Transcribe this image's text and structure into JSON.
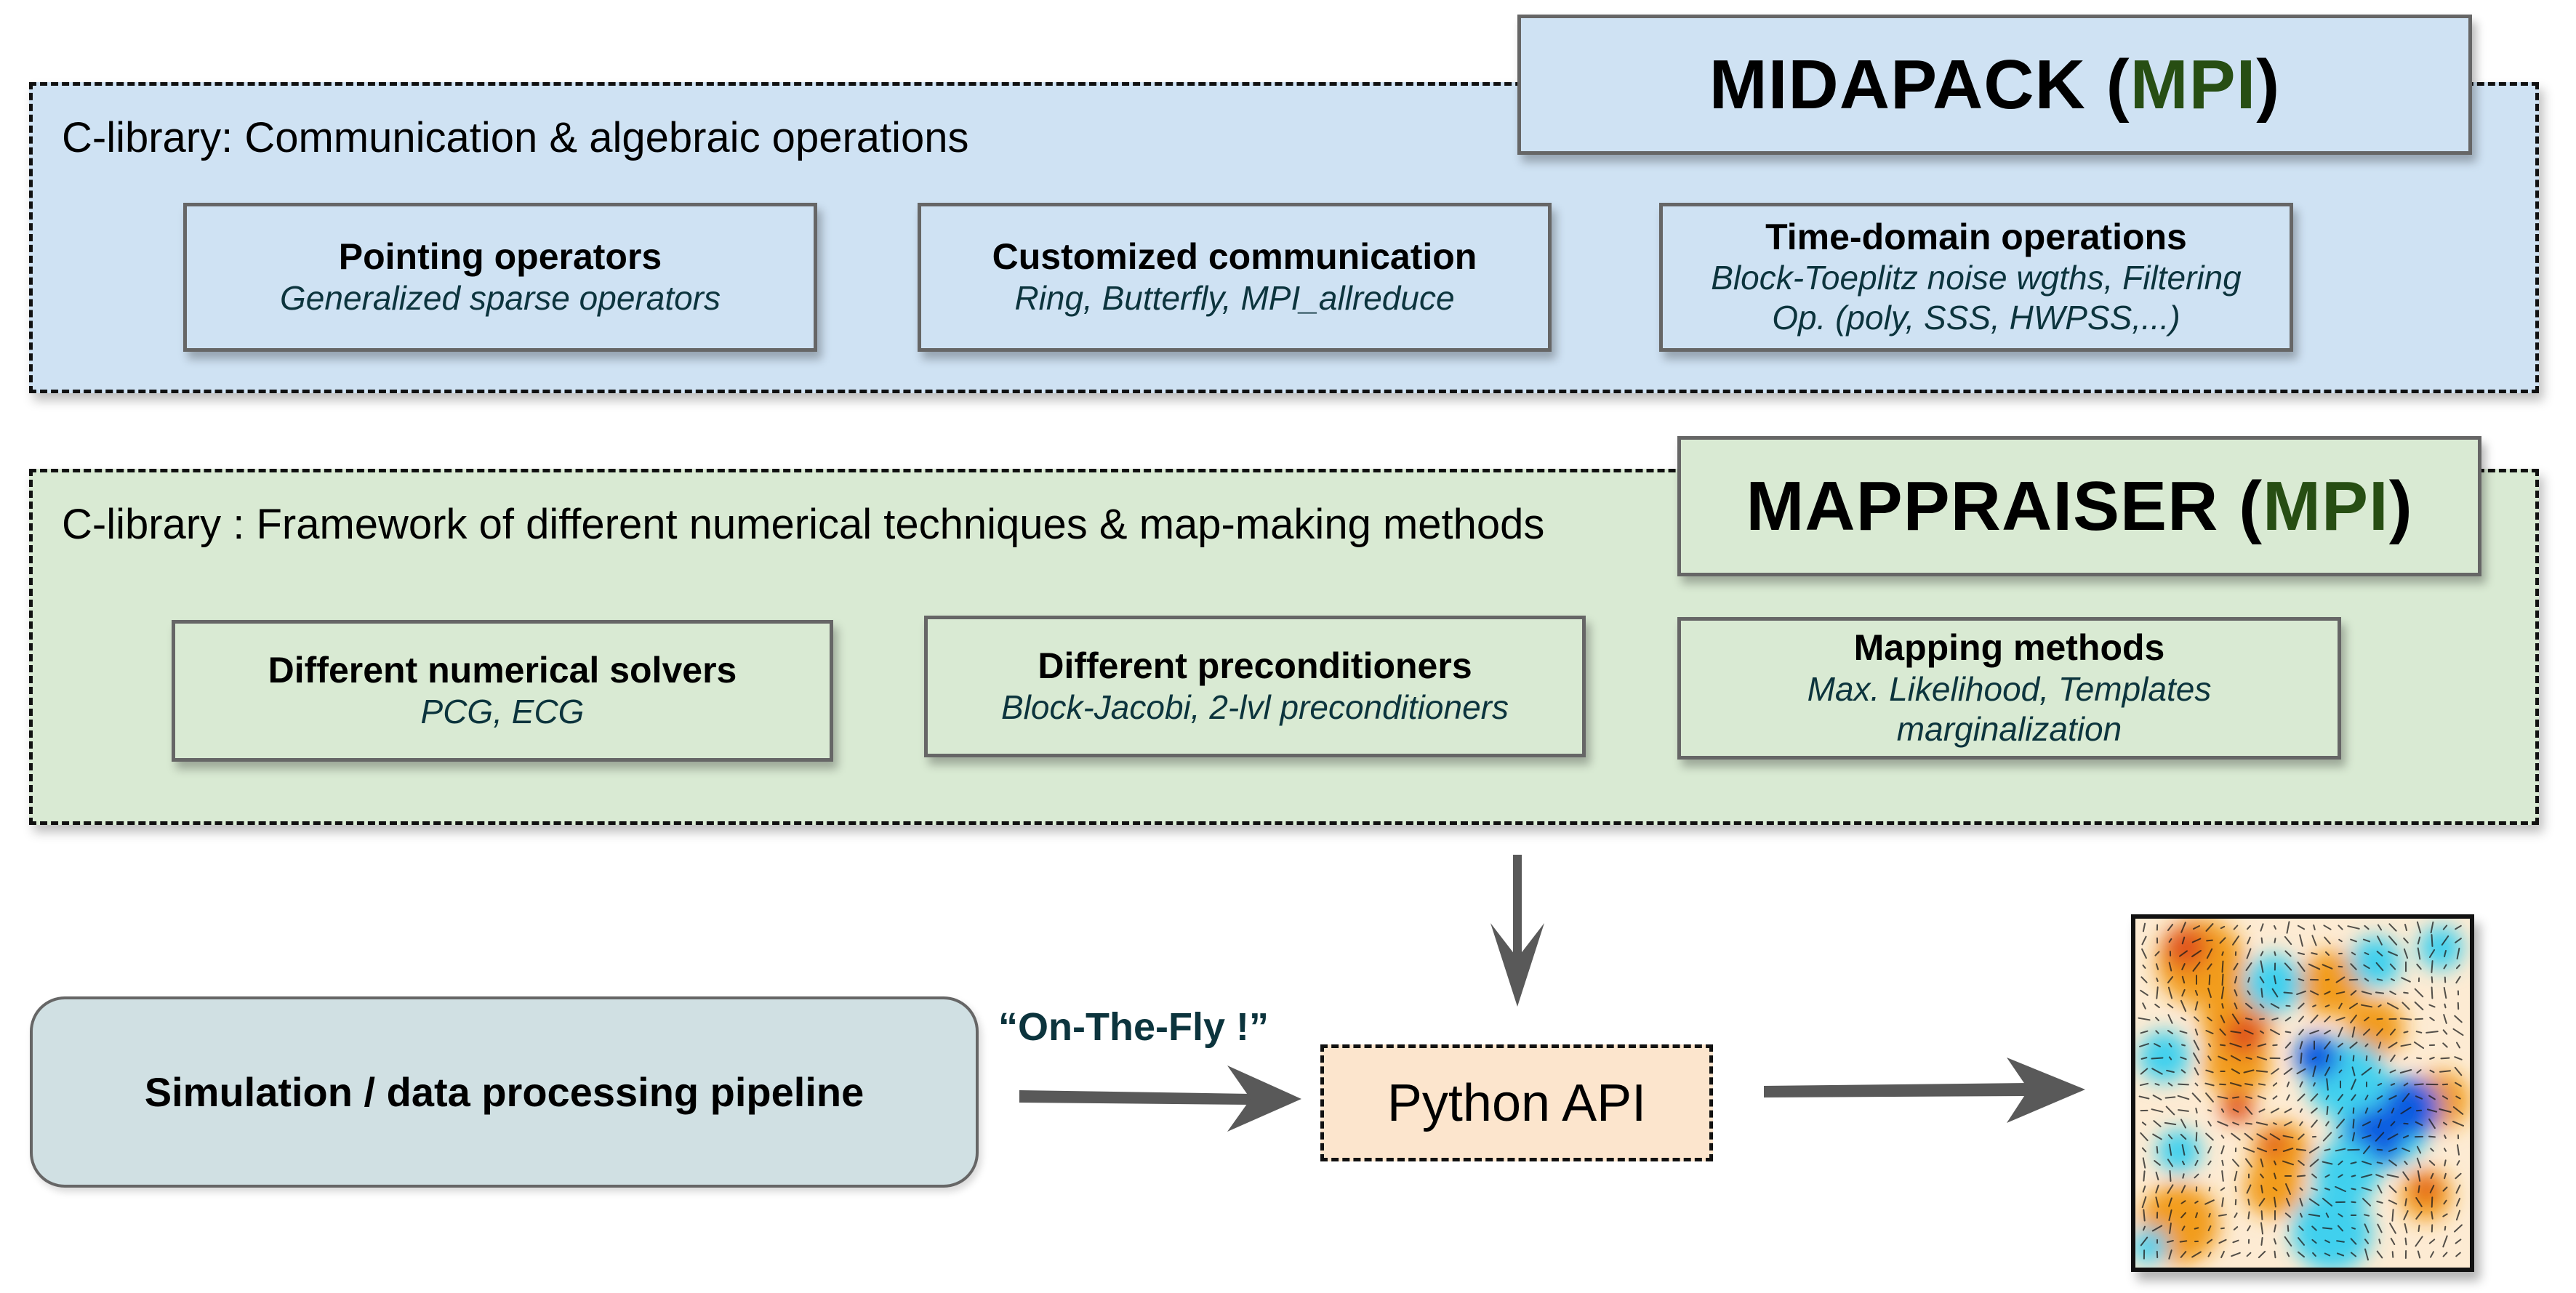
{
  "midapack": {
    "title_main": "MIDAPACK (",
    "title_mpi": "MPI",
    "title_close": ")",
    "container_label": "C-library: Communication & algebraic operations",
    "boxes": [
      {
        "title": "Pointing operators",
        "subtitle": "Generalized sparse operators"
      },
      {
        "title": "Customized communication",
        "subtitle": "Ring, Butterfly, MPI_allreduce"
      },
      {
        "title": "Time-domain operations",
        "subtitle": "Block-Toeplitz noise wgths, Filtering Op. (poly, SSS, HWPSS,...)"
      }
    ]
  },
  "mappraiser": {
    "title_main": "MAPPRAISER (",
    "title_mpi": "MPI",
    "title_close": ")",
    "container_label": "C-library : Framework of different numerical techniques & map-making methods",
    "boxes": [
      {
        "title": "Different numerical solvers",
        "subtitle": "PCG, ECG"
      },
      {
        "title": "Different preconditioners",
        "subtitle": "Block-Jacobi, 2-lvl preconditioners"
      },
      {
        "title": "Mapping methods",
        "subtitle": "Max. Likelihood, Templates marginalization"
      }
    ]
  },
  "pipeline": {
    "label": "Simulation / data processing pipeline",
    "arrow_label": "“On-The-Fly !”"
  },
  "api": {
    "label": "Python API"
  },
  "output_map": {
    "description": "CMB polarization map (temperature colormap with polarization headless vectors)",
    "colors": {
      "hot": "#f29c1f",
      "hot_peak": "#e0531a",
      "cold": "#3fd0ee",
      "cold_peak": "#0a5be0",
      "neutral": "#fdebd3"
    }
  },
  "colors": {
    "midapack_fill": "#cfe2f3",
    "mappraiser_fill": "#d9ead3",
    "pipeline_fill": "#d0e0e3",
    "api_fill": "#fce5cd",
    "mpi_text": "#274e13",
    "subtitle_text": "#0c343d",
    "arrow": "#595959"
  }
}
